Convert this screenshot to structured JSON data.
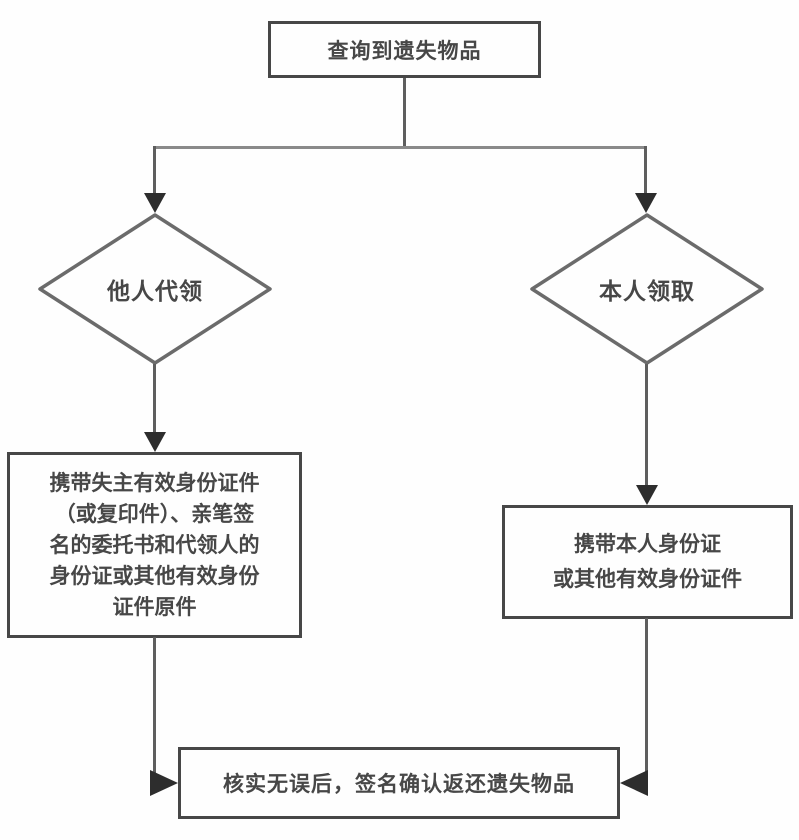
{
  "colors": {
    "background": "#fefefe",
    "box_border": "#474747",
    "diamond_border": "#6b6b6b",
    "connector": "#5e5e5e",
    "branch_connector": "#8a8a8a",
    "arrowhead": "#2d2d2d",
    "text": "#474747"
  },
  "flowchart": {
    "start": {
      "label": "查询到遗失物品"
    },
    "decisions": [
      {
        "id": "proxy-claim",
        "label": "他人代领"
      },
      {
        "id": "self-claim",
        "label": "本人领取"
      }
    ],
    "proxy_requirements": {
      "lines": [
        "携带失主有效身份证件",
        "（或复印件）、亲笔签",
        "名的委托书和代领人的",
        "身份证或其他有效身份",
        "证件原件"
      ]
    },
    "self_requirements": {
      "lines": [
        "携带本人身份证",
        "或其他有效身份证件"
      ]
    },
    "end": {
      "label": "核实无误后，签名确认返还遗失物品"
    }
  }
}
